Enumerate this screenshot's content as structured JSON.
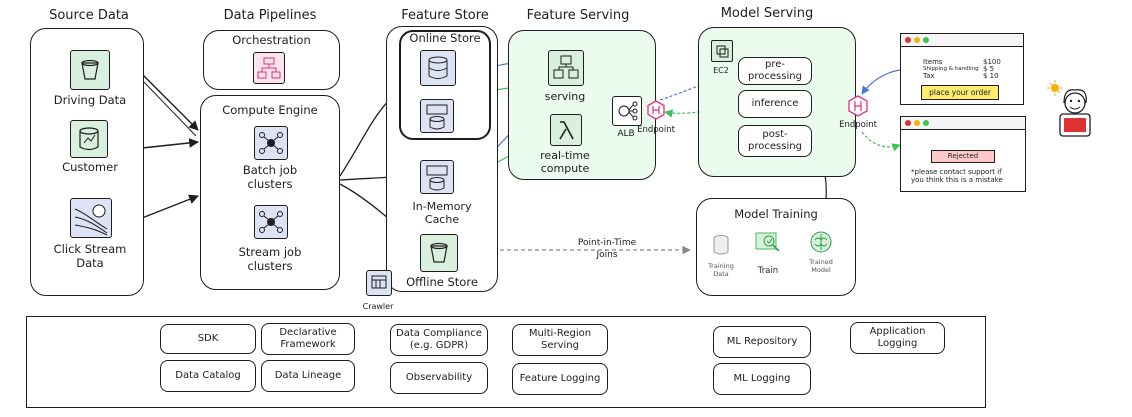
{
  "sections": {
    "source_data": "Source Data",
    "data_pipelines": "Data Pipelines",
    "feature_store": "Feature Store",
    "feature_serving": "Feature Serving",
    "model_serving": "Model Serving"
  },
  "source": {
    "driving": "Driving Data",
    "customer": "Customer",
    "clickstream_1": "Click Stream",
    "clickstream_2": "Data"
  },
  "pipelines": {
    "orchestration": "Orchestration",
    "compute_engine": "Compute Engine",
    "batch_1": "Batch job",
    "batch_2": "clusters",
    "stream_1": "Stream job",
    "stream_2": "clusters"
  },
  "store": {
    "online": "Online Store",
    "inmem_1": "In-Memory",
    "inmem_2": "Cache",
    "offline": "Offline Store",
    "crawler": "Crawler"
  },
  "serving": {
    "serving": "serving",
    "realtime_1": "real-time",
    "realtime_2": "compute",
    "alb": "ALB",
    "endpoint1": "Endpoint"
  },
  "model_serving": {
    "ec2": "EC2",
    "preprocessing": "pre-processing",
    "inference": "inference",
    "post_1": "post-",
    "post_2": "processing",
    "endpoint2": "Endpoint"
  },
  "training": {
    "title": "Model Training",
    "training_data_1": "Training",
    "training_data_2": "Data",
    "train": "Train",
    "trained_1": "Trained",
    "trained_2": "Model",
    "pit_1": "Point-in-Time",
    "pit_2": "Joins"
  },
  "app1": {
    "items_label": "Items",
    "items_val": "$100",
    "shipping_label": "Shipping & handling",
    "shipping_val": "$ 5",
    "tax_label": "Tax",
    "tax_val": "$ 10",
    "button": "place your order"
  },
  "app2": {
    "badge": "Rejected",
    "msg_1": "*please contact support if",
    "msg_2": "you think this is a mistake"
  },
  "capabilities": {
    "sdk": "SDK",
    "declarative_1": "Declarative",
    "declarative_2": "Framework",
    "compliance_1": "Data Compliance",
    "compliance_2": "(e.g. GDPR)",
    "multiregion_1": "Multi-Region",
    "multiregion_2": "Serving",
    "ml_repository": "ML Repository",
    "app_logging": "Application Logging",
    "data_catalog": "Data Catalog",
    "data_lineage": "Data Lineage",
    "observability": "Observability",
    "feature_logging": "Feature Logging",
    "ml_logging": "ML Logging"
  },
  "colors": {
    "green_fill": "#ebfbee",
    "green_line": "#40c057",
    "blue_line": "#4a78d4",
    "icon_fill": "#d8f0dd",
    "pink": "#e0317b",
    "yellow_button": "#ffec6e",
    "reject_badge": "#ffc9c9"
  }
}
